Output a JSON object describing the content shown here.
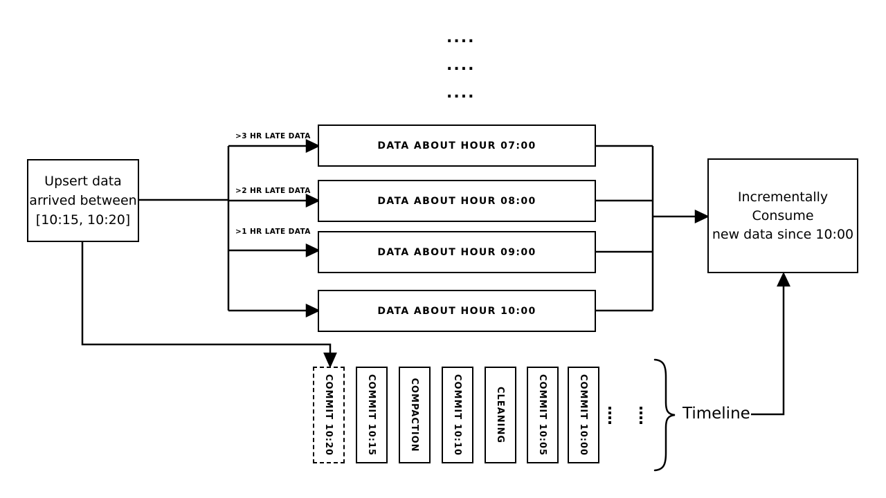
{
  "diagram": {
    "colors": {
      "stroke": "#000000",
      "background": "#ffffff"
    },
    "top_ellipses": {
      "row1": "....",
      "row2": "....",
      "row3": "...."
    },
    "upsert_box": {
      "line1": "Upsert data",
      "line2": "arrived between",
      "line3": "[10:15, 10:20]"
    },
    "late_arrows": {
      "label1": ">3 HR LATE DATA",
      "label2": ">2 HR LATE DATA",
      "label3": ">1 HR LATE DATA"
    },
    "data_boxes": {
      "box1": "DATA ABOUT HOUR 07:00",
      "box2": "DATA ABOUT HOUR 08:00",
      "box3": "DATA ABOUT HOUR 09:00",
      "box4": "DATA ABOUT HOUR 10:00"
    },
    "consume_box": {
      "line1": "Incrementally Consume",
      "line2": "new data since 10:00"
    },
    "timeline": {
      "label": "Timeline",
      "commits": [
        {
          "label": "COMMIT 10:20",
          "border": "dashed"
        },
        {
          "label": "COMMIT 10:15",
          "border": "solid"
        },
        {
          "label": "COMPACTION",
          "border": "solid"
        },
        {
          "label": "COMMIT 10:10",
          "border": "solid"
        },
        {
          "label": "CLEANING",
          "border": "solid"
        },
        {
          "label": "COMMIT 10:05",
          "border": "solid"
        },
        {
          "label": "COMMIT 10:00",
          "border": "solid"
        }
      ]
    }
  }
}
